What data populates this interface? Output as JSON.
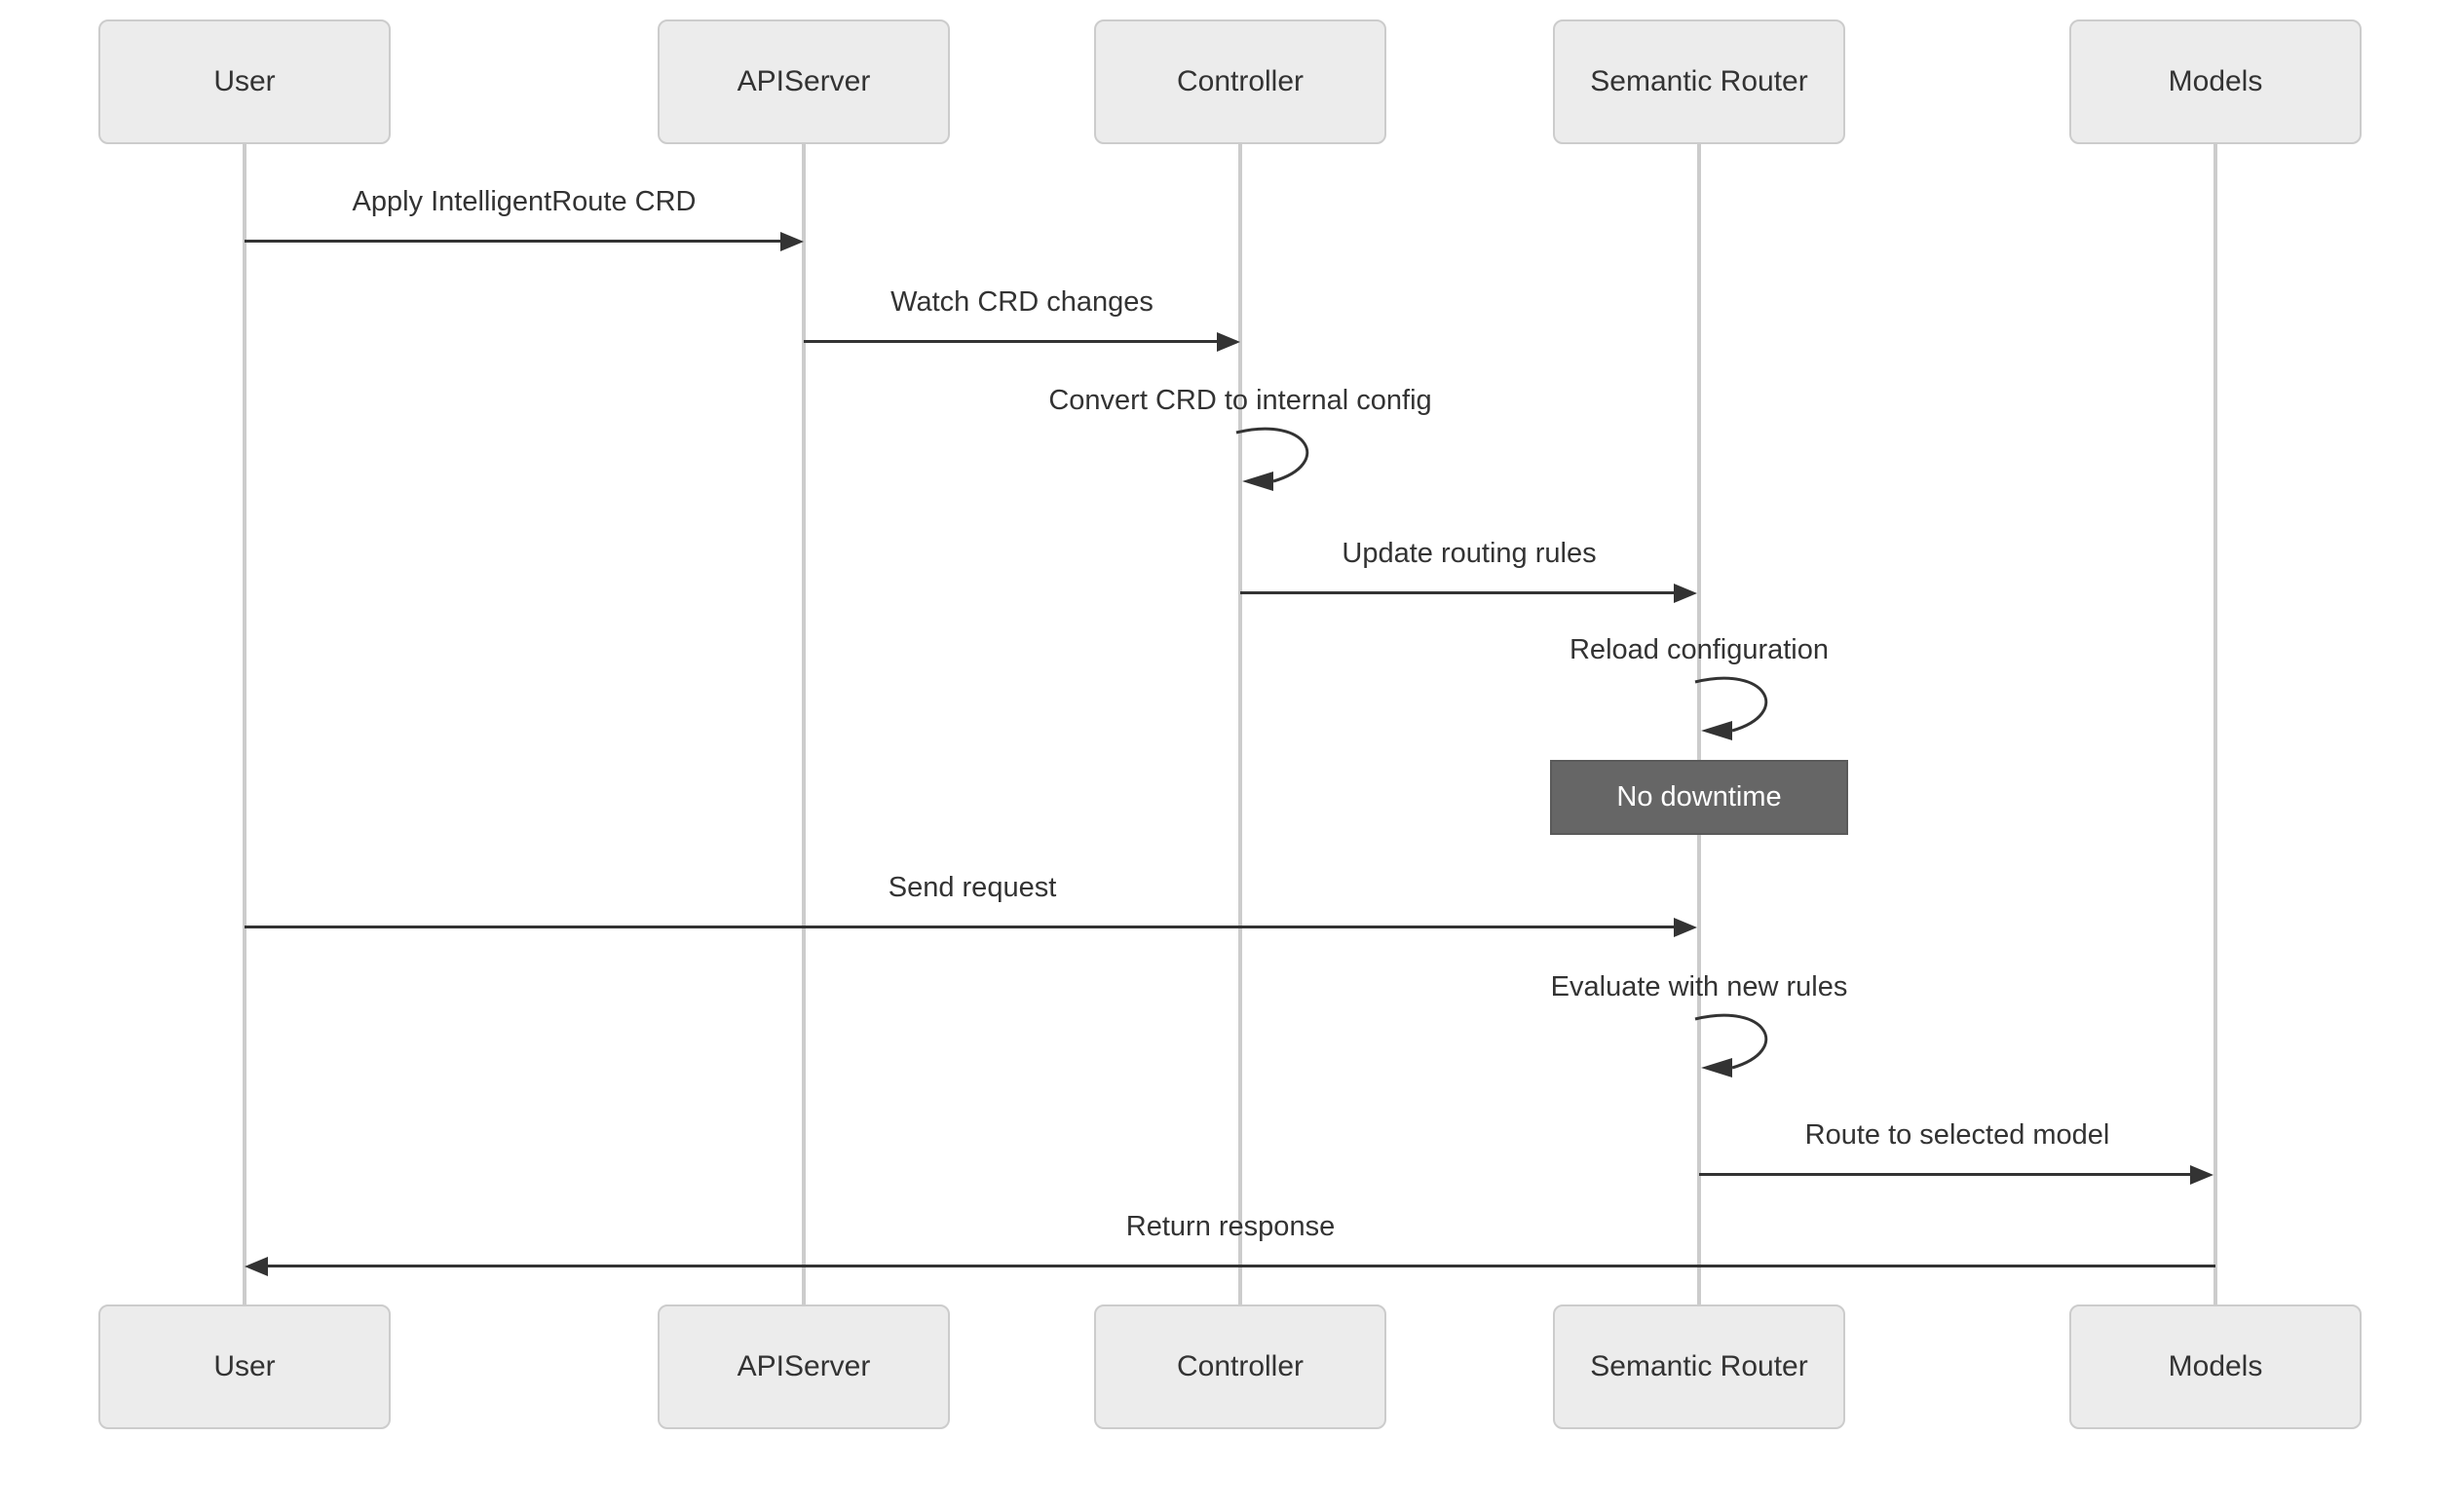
{
  "diagram": {
    "type": "sequence-diagram",
    "actors": [
      {
        "id": "user",
        "label": "User"
      },
      {
        "id": "apiserver",
        "label": "APIServer"
      },
      {
        "id": "controller",
        "label": "Controller"
      },
      {
        "id": "semantic-router",
        "label": "Semantic Router"
      },
      {
        "id": "models",
        "label": "Models"
      }
    ],
    "messages": [
      {
        "from": "User",
        "to": "APIServer",
        "kind": "solid-arrow",
        "label": "Apply IntelligentRoute CRD"
      },
      {
        "from": "APIServer",
        "to": "Controller",
        "kind": "solid-arrow",
        "label": "Watch CRD changes"
      },
      {
        "from": "Controller",
        "to": "Controller",
        "kind": "self-loop",
        "label": "Convert CRD to internal config"
      },
      {
        "from": "Controller",
        "to": "Semantic Router",
        "kind": "solid-arrow",
        "label": "Update routing rules"
      },
      {
        "from": "Semantic Router",
        "to": "Semantic Router",
        "kind": "self-loop",
        "label": "Reload configuration"
      },
      {
        "from": "User",
        "to": "Semantic Router",
        "kind": "solid-arrow",
        "label": "Send request"
      },
      {
        "from": "Semantic Router",
        "to": "Semantic Router",
        "kind": "self-loop",
        "label": "Evaluate with new rules"
      },
      {
        "from": "Semantic Router",
        "to": "Models",
        "kind": "solid-arrow",
        "label": "Route to selected model"
      },
      {
        "from": "Models",
        "to": "User",
        "kind": "solid-arrow",
        "label": "Return response"
      }
    ],
    "note": {
      "over": "Semantic Router",
      "label": "No downtime"
    },
    "colors": {
      "background": "#ffffff",
      "actor_fill": "#ececec",
      "actor_border": "#cccccc",
      "lifeline": "#cccccc",
      "arrow": "#333333",
      "text": "#333333",
      "note_fill": "#666666",
      "note_border": "#5a5a5a",
      "note_text": "#ffffff"
    }
  }
}
